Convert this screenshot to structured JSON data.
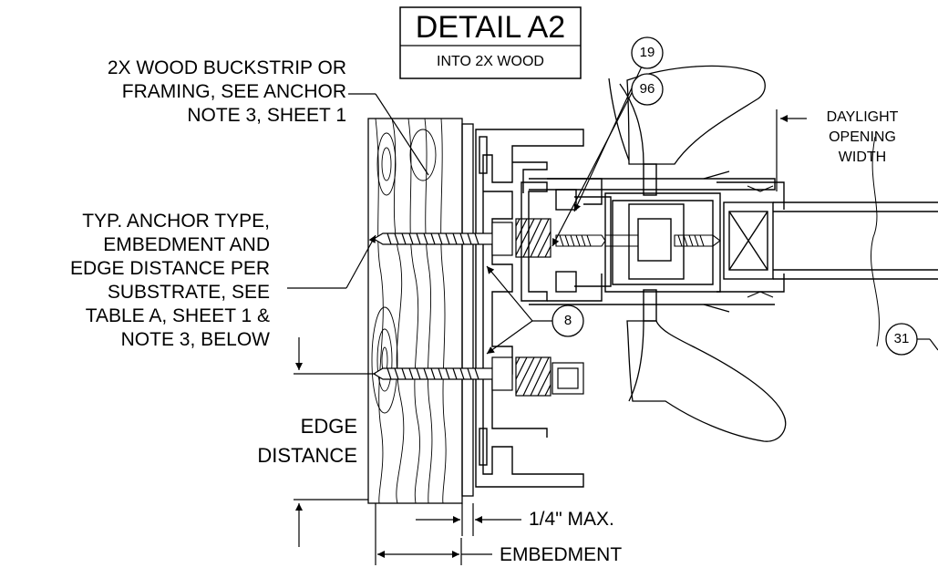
{
  "title": {
    "main": "DETAIL A2",
    "sub": "INTO 2X WOOD"
  },
  "notes": {
    "buckstrip": [
      "2X WOOD BUCKSTRIP OR",
      "FRAMING, SEE ANCHOR",
      "NOTE 3, SHEET 1"
    ],
    "anchor": [
      "TYP. ANCHOR TYPE,",
      "EMBEDMENT AND",
      "EDGE DISTANCE PER",
      "SUBSTRATE, SEE",
      "TABLE A, SHEET 1 &",
      "NOTE 3, BELOW"
    ],
    "daylight": [
      "DAYLIGHT",
      "OPENING",
      "WIDTH"
    ],
    "edge_distance": [
      "EDGE",
      "DISTANCE"
    ],
    "max_gap": "1/4\" MAX.",
    "embedment": "EMBEDMENT"
  },
  "callouts": {
    "c19": "19",
    "c96": "96",
    "c8": "8",
    "c31": "31"
  },
  "colors": {
    "line": "#000000",
    "background": "#ffffff"
  }
}
